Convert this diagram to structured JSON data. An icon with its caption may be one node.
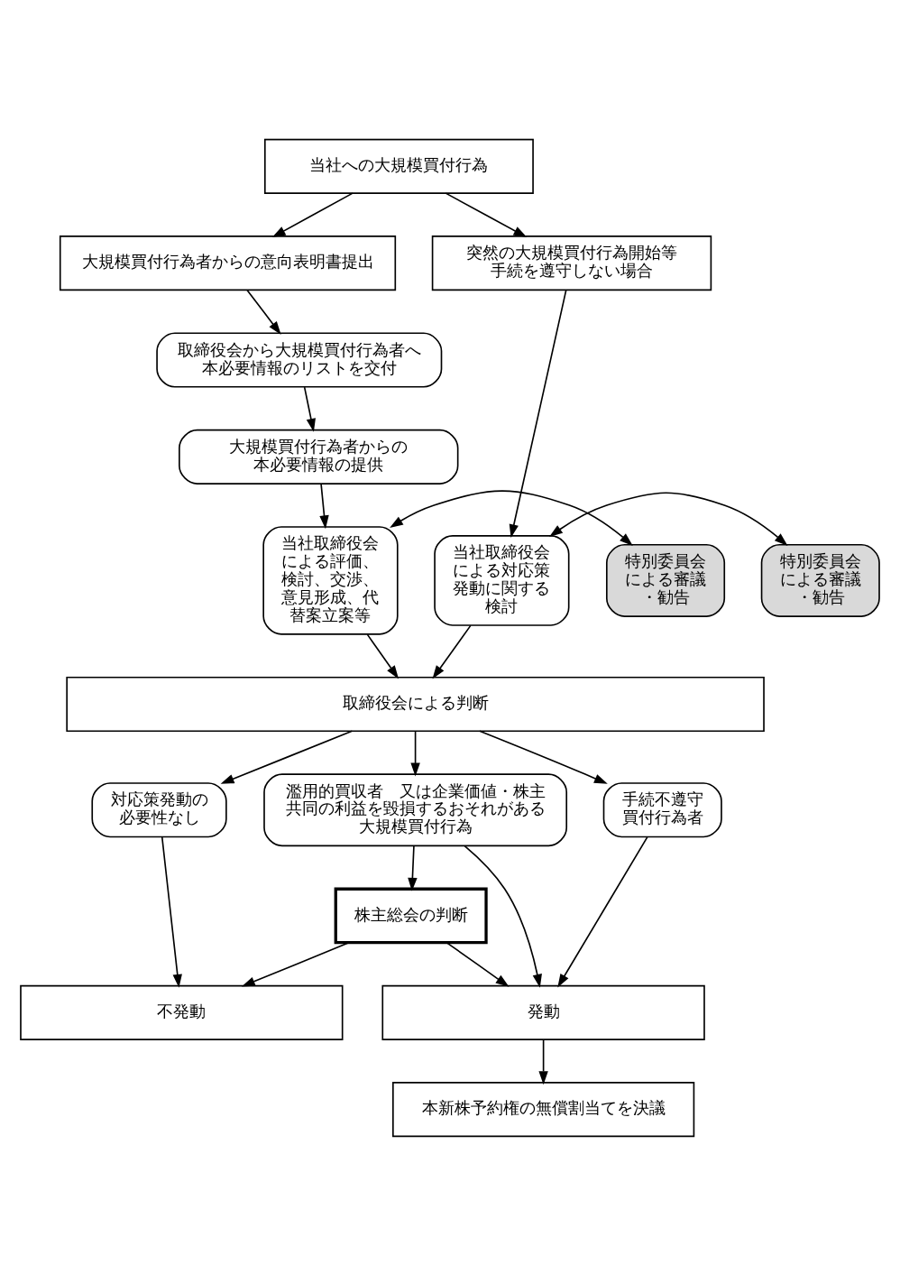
{
  "diagram": {
    "nodes": [
      {
        "text": [
          "当社への大規模買付行為"
        ]
      },
      {
        "text": [
          "大規模買付行為者からの意向表明書提出"
        ]
      },
      {
        "text": [
          "突然の大規模買付行為開始等手続を遵守しない場合"
        ]
      },
      {
        "text": [
          "取締役会から大規模買付行為者へ本必要情報のリストを交付"
        ]
      },
      {
        "text": [
          "大規模買付行為者からの本必要情報の提供"
        ]
      },
      {
        "text": [
          "特別委員会による審議・勧告"
        ]
      },
      {
        "text": [
          "当社取締役会による評価、検討、交渉、意見形成、代替案立案等"
        ]
      },
      {
        "text": [
          "当社取締役会による対応策発動に関する検討"
        ]
      },
      {
        "text": [
          "特別委員会による審議・勧告"
        ]
      },
      {
        "text": [
          "取締役会による判断"
        ]
      },
      {
        "text": [
          "対応策発動の必要性なし"
        ]
      },
      {
        "text": [
          "濫用的買収者　又は企業価値・株主共同の利益を毀損するおそれがある大規模買付行為"
        ]
      },
      {
        "text": [
          "手続不遵守買付行為者"
        ]
      },
      {
        "text": [
          "株主総会の判断"
        ]
      },
      {
        "text": [
          "不発動"
        ]
      },
      {
        "text": [
          "発動"
        ]
      },
      {
        "text": [
          "本新株予約権の無償割当てを決議"
        ]
      }
    ],
    "edges": [
      {
        "from": 0,
        "to": 1,
        "arrow": "to"
      },
      {
        "from": 0,
        "to": 2,
        "arrow": "to"
      },
      {
        "from": 1,
        "to": 3,
        "arrow": "to"
      },
      {
        "from": 3,
        "to": 4,
        "arrow": "to"
      },
      {
        "from": 4,
        "to": 6,
        "arrow": "to"
      },
      {
        "from": 5,
        "to": 6,
        "arrow": "both"
      },
      {
        "from": 2,
        "to": 7,
        "arrow": "to"
      },
      {
        "from": 7,
        "to": 8,
        "arrow": "both"
      },
      {
        "from": 6,
        "to": 9,
        "arrow": "to"
      },
      {
        "from": 7,
        "to": 9,
        "arrow": "to"
      },
      {
        "from": 9,
        "to": 10,
        "arrow": "to"
      },
      {
        "from": 9,
        "to": 11,
        "arrow": "to"
      },
      {
        "from": 9,
        "to": 12,
        "arrow": "to"
      },
      {
        "from": 10,
        "to": 14,
        "arrow": "to"
      },
      {
        "from": 11,
        "to": 13,
        "arrow": "to"
      },
      {
        "from": 11,
        "to": 15,
        "arrow": "to"
      },
      {
        "from": 13,
        "to": 14,
        "arrow": "to"
      },
      {
        "from": 13,
        "to": 15,
        "arrow": "to"
      },
      {
        "from": 12,
        "to": 15,
        "arrow": "to"
      },
      {
        "from": 15,
        "to": 16,
        "arrow": "to"
      }
    ]
  }
}
